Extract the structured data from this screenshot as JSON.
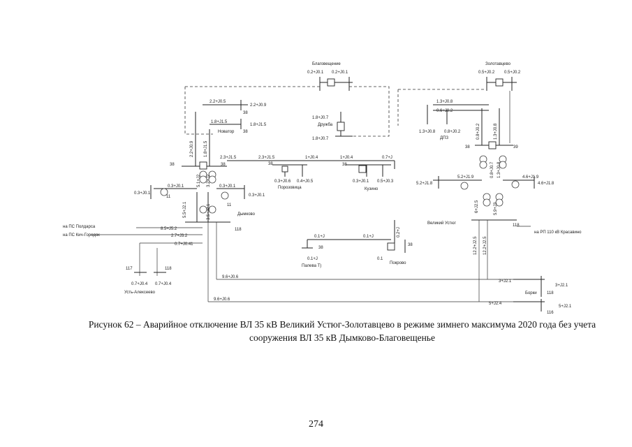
{
  "nodes": {
    "blagoveshchenie": "Благовещение",
    "zolotavtsevo": "Золотавцево",
    "druzhba": "Дружба",
    "novator": "Новатор",
    "porozovitsa": "Порозовица",
    "kuzino": "Кузино",
    "dymkovo": "Дымково",
    "velikiy_ustyug": "Великий Устюг",
    "dpz": "ДПЗ",
    "pokrovo": "Покрово",
    "paleva": "Палева Т)",
    "ust_alekseevo": "Усть-Алексеево",
    "borki": "Борки"
  },
  "flows": {
    "blag_left": "0.2+J0.1",
    "blag_right": "0.2+J0.1",
    "zol_left": "0.5+J0.2",
    "zol_right": "0.5+J0.2",
    "top_22": "2.2+J0.5",
    "top_22_right": "2.2+J0.9",
    "druzhba_top": "1.8+J0.7",
    "druzhba_bottom": "1.8+J0.7",
    "novator_left": "1.8+J1.5",
    "novator_right": "1.8+J1.5",
    "vert_22": "2.2+J0.9",
    "vert_18": "1.8+J1.5",
    "bus_23": "2.3+J1.5",
    "bus_23b": "2.3+J1.5",
    "bus_1": "1+J0.4",
    "bus_1b": "1+J0.4",
    "bus_07": "0.7+J",
    "por_06": "0.3+J0.6",
    "por_04": "0.4+J0.5",
    "kuz_03": "0.3+J0.1",
    "kuz_05": "0.5+J0.3",
    "left_03": "0.3+J0.1",
    "left_03b": "0.3+J0.1",
    "dym_03": "0.3+J0.1",
    "dym_03b": "0.3+J0.1",
    "dym_vert_51": "5.1+J2",
    "dym_vert_32": "3.2+J2",
    "dym_vert_55": "5.5+J2.1",
    "dym_vert_35": "3.5+J2.1",
    "w_85": "8.5+J5.2",
    "w_27": "2.7+J3.2",
    "w_07": "0.7+J0.41",
    "ua_left": "0.7+J0.4",
    "ua_right": "0.7+J0.4",
    "long_96a": "9.6+J0.6",
    "long_96b": "9.6+J0.6",
    "pok_01": "0.1+J",
    "pok_01b": "0.1+J",
    "pok_vert": "0.2+J",
    "paleva_val": "0.1+J",
    "pok_val": "0.1",
    "dpz_13a": "1.3+J0.8",
    "dpz_06": "0.6+J0.2",
    "dpz_13b": "1.3+J0.8",
    "dpz_08": "0.8+J0.2",
    "vu_08": "0.8+J0.2",
    "vu_13": "1.3+J0.8",
    "vu_08b": "0.8+J0.7",
    "vu_13b": "1.3+J0.8",
    "vu_52": "5.2+J1.9",
    "vu_52b": "5.2+J1.8",
    "vu_46": "4.6+J1.9",
    "vu_46b": "4.6+J1.8",
    "vu_vert_6": "6+J2.5",
    "vu_vert_59": "5.9+J3",
    "vu_vert_122a": "12.2+J2.5",
    "vu_vert_122b": "12.2+J2.5",
    "borki_3": "3+J2.1",
    "borki_3b": "3+J2.1",
    "last_5": "5+J2.4",
    "last_5b": "5+J2.1"
  },
  "voltages": {
    "kv38": "38",
    "kv118": "118",
    "kv117": "117",
    "kv11": "11",
    "kv39": "39",
    "kv116": "116"
  },
  "connections": {
    "to_poldarsa": "на ПС Полдарса",
    "to_kich_gorodok": "на ПС Кич-Городок",
    "to_rp_krasavino": "на РП 110 кВ Красавино"
  },
  "caption": "Рисунок 62 – Аварийное отключение ВЛ 35 кВ Великий Устюг-Золотавцево в режиме зимнего максимума 2020 года без учета сооружения ВЛ 35 кВ Дымково-Благовещенье",
  "page_number": "274"
}
